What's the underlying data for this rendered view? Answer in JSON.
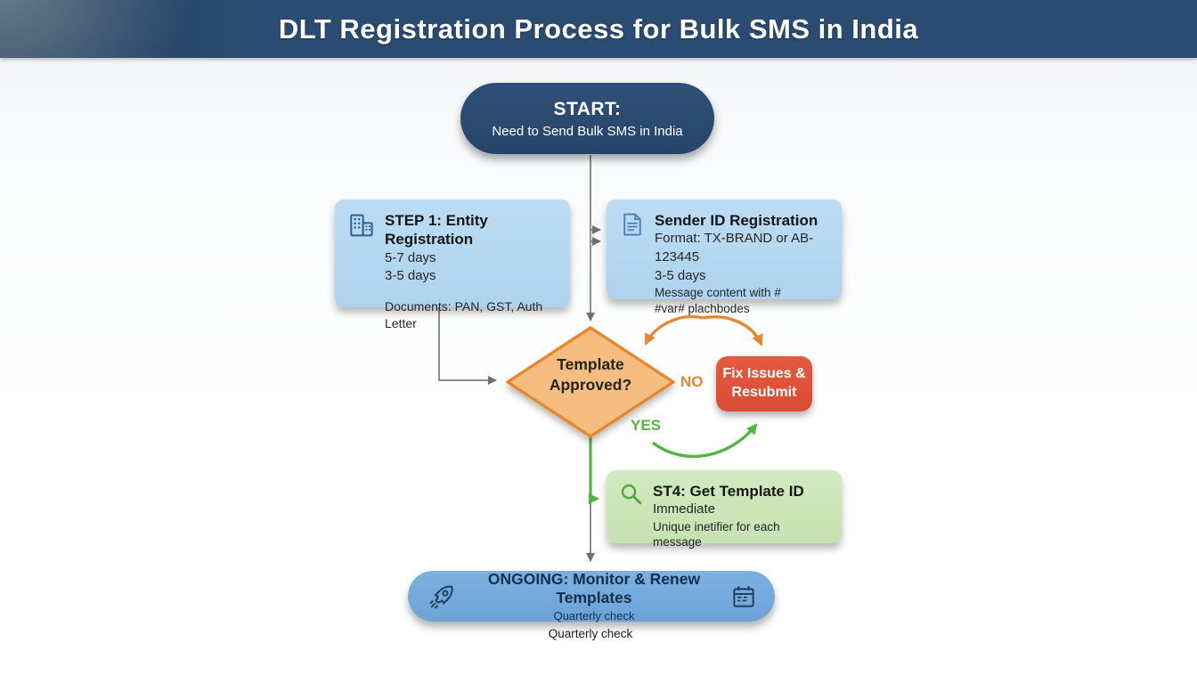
{
  "header": {
    "title": "DLT Registration Process for Bulk SMS in India"
  },
  "flow": {
    "start": {
      "title": "START:",
      "subtitle": "Need to Send Bulk SMS in India"
    },
    "step1": {
      "title": "STEP 1: Entity Registration",
      "duration1": "5-7 days",
      "duration2": "3-5 days",
      "documents": "Documents: PAN, GST, Auth Letter"
    },
    "sender": {
      "title": "Sender ID Registration",
      "line1": "Format: TX-BRAND or AB-123445",
      "line2": "3-5 days",
      "line3": "Message content with #",
      "line4": "#var# plachbodes"
    },
    "decision": {
      "line1": "Template",
      "line2": "Approved?"
    },
    "no_label": "NO",
    "yes_label": "YES",
    "fix": {
      "line1": "Fix Issues &",
      "line2": "Resubmit"
    },
    "template_id": {
      "title": "ST4: Get Template ID",
      "line1": "Immediate",
      "line2": "Unique inetifier for each message"
    },
    "ongoing": {
      "title": "ONGOING: Monitor & Renew Templates",
      "subtitle": "Quarterly check"
    },
    "caption": "Quarterly check"
  },
  "colors": {
    "header_bg": "#2b4c72",
    "start_bg": "#2a4a6e",
    "info_box_bg": "#b5d7f0",
    "diamond_fill": "#f7bd80",
    "diamond_border": "#e8862f",
    "fix_bg": "#dd5038",
    "template_bg": "#cde6b9",
    "ongoing_bg": "#74a9db",
    "no_color": "#e8862f",
    "yes_color": "#58b347",
    "connector_gray": "#6f6f6f"
  }
}
